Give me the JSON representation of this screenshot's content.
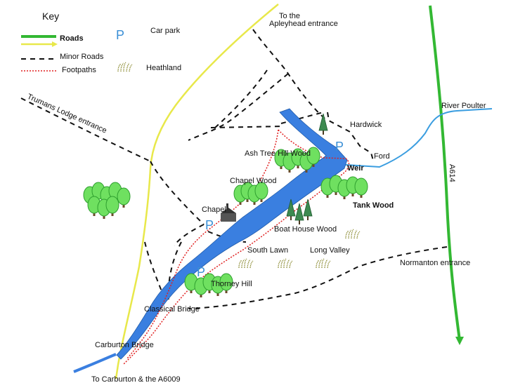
{
  "key": {
    "title": "Key",
    "roads": "Roads",
    "minor_roads": "Minor Roads",
    "footpaths": "Footpaths",
    "car_park_symbol": "P",
    "car_park": "Car park",
    "heathland": "Heathland"
  },
  "labels": {
    "apleyhead_1": "To the",
    "apleyhead_2": "Apleyhead entrance",
    "trumans": "Trumans Lodge entrance",
    "river_poulter": "River Poulter",
    "hardwick": "Hardwick",
    "ford": "Ford",
    "weir": "Weir",
    "ash_tree": "Ash Tree Hill Wood",
    "chapel_wood": "Chapel Wood",
    "chapel": "Chapel",
    "tank_wood": "Tank Wood",
    "boat_house": "Boat House Wood",
    "south_lawn": "South Lawn",
    "long_valley": "Long Valley",
    "normanton": "Normanton entrance",
    "a614": "A614",
    "thorney_hill": "Thorney Hill",
    "classical_bridge": "Classical Bridge",
    "carburton_bridge": "Carburton Bridge",
    "carburton_a6009": "To Carburton & the A6009"
  },
  "parking": {
    "symbol": "P"
  },
  "colors": {
    "major_road": "#33b833",
    "yellow_road": "#e8e84a",
    "minor_road": "#111111",
    "footpath": "#e02020",
    "lake": "#3a7fe0",
    "river": "#3a9de0",
    "tree_light": "#6fe060",
    "tree_dark": "#2fa02f",
    "conifer": "#3d8a50",
    "parking": "#3a8fd6",
    "heath": "#8a8a30"
  }
}
